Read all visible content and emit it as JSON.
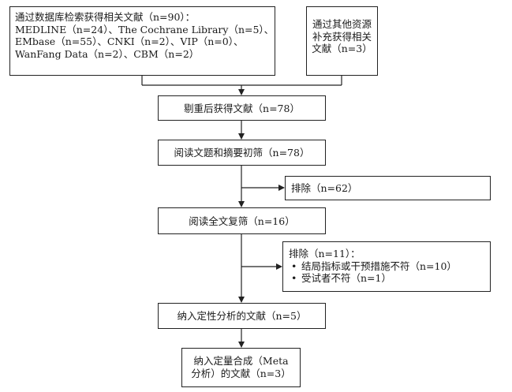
{
  "boxes": {
    "db_search": {
      "lines": [
        "通过数据库检索获得相关文献（n=90）：",
        "MEDLINE（n=24）、The Cochrane Library（n=5）、",
        "EMbase（n=55）、CNKI（n=2）、VIP（n=0）、",
        "WanFang Data（n=2）、CBM（n=2）"
      ]
    },
    "other_sources": {
      "lines": [
        "通过其他资源",
        "补充获得相关",
        "文献（n=3）"
      ]
    },
    "dedup": {
      "text": "剔重后获得文献（n=78）"
    },
    "title_abstract": {
      "text": "阅读文题和摘要初筛（n=78）"
    },
    "exclude_1": {
      "text": "排除（n=62）"
    },
    "fulltext": {
      "text": "阅读全文复筛（n=16）"
    },
    "exclude_2": {
      "title": "排除（n=11）：",
      "bullets": [
        "结局指标或干预措施不符（n=10）",
        "受试者不符（n=1）"
      ]
    },
    "qualitative": {
      "text": "纳入定性分析的文献（n=5）"
    },
    "quantitative": {
      "lines": [
        "纳入定量合成（Meta",
        "分析）的文献（n=3）"
      ]
    }
  }
}
